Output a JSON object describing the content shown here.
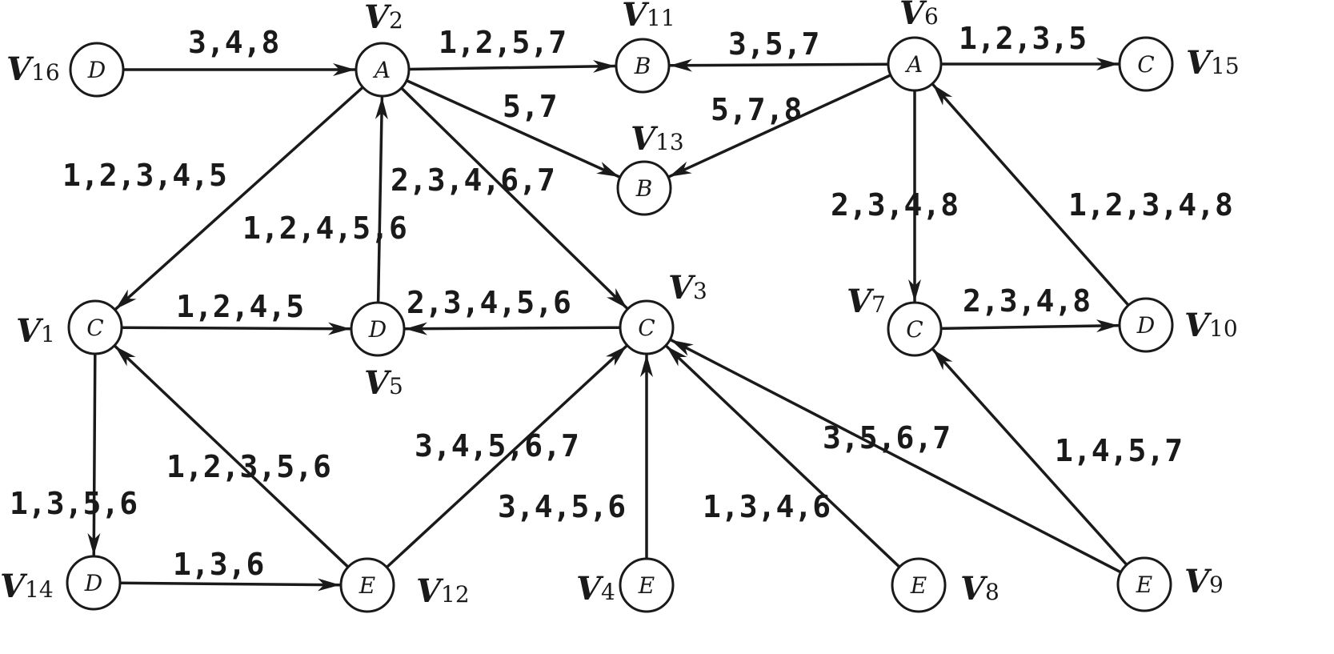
{
  "nodes": [
    {
      "id": "V1",
      "letter": "C",
      "name": "V",
      "num": "1"
    },
    {
      "id": "V2",
      "letter": "A",
      "name": "V",
      "num": "2"
    },
    {
      "id": "V3",
      "letter": "C",
      "name": "V",
      "num": "3"
    },
    {
      "id": "V4",
      "letter": "E",
      "name": "V",
      "num": "4"
    },
    {
      "id": "V5",
      "letter": "D",
      "name": "V",
      "num": "5"
    },
    {
      "id": "V6",
      "letter": "A",
      "name": "V",
      "num": "6"
    },
    {
      "id": "V7",
      "letter": "C",
      "name": "V",
      "num": "7"
    },
    {
      "id": "V8",
      "letter": "E",
      "name": "V",
      "num": "8"
    },
    {
      "id": "V9",
      "letter": "E",
      "name": "V",
      "num": "9"
    },
    {
      "id": "V10",
      "letter": "D",
      "name": "V",
      "num": "10"
    },
    {
      "id": "V11",
      "letter": "B",
      "name": "V",
      "num": "11"
    },
    {
      "id": "V12",
      "letter": "E",
      "name": "V",
      "num": "12"
    },
    {
      "id": "V13",
      "letter": "B",
      "name": "V",
      "num": "13"
    },
    {
      "id": "V14",
      "letter": "D",
      "name": "V",
      "num": "14"
    },
    {
      "id": "V15",
      "letter": "C",
      "name": "V",
      "num": "15"
    },
    {
      "id": "V16",
      "letter": "D",
      "name": "V",
      "num": "16"
    }
  ],
  "edges": [
    {
      "from": "V16",
      "to": "V2",
      "label": "3,4,8"
    },
    {
      "from": "V2",
      "to": "V11",
      "label": "1,2,5,7"
    },
    {
      "from": "V2",
      "to": "V13",
      "label": "5,7"
    },
    {
      "from": "V2",
      "to": "V1",
      "label": "1,2,3,4,5"
    },
    {
      "from": "V2",
      "to": "V3",
      "label": "2,3,4,6,7"
    },
    {
      "from": "V5",
      "to": "V2",
      "label": "1,2,4,5,6"
    },
    {
      "from": "V6",
      "to": "V11",
      "label": "3,5,7"
    },
    {
      "from": "V6",
      "to": "V15",
      "label": "1,2,3,5"
    },
    {
      "from": "V6",
      "to": "V13",
      "label": "5,7,8"
    },
    {
      "from": "V6",
      "to": "V7",
      "label": "2,3,4,8"
    },
    {
      "from": "V10",
      "to": "V6",
      "label": "1,2,3,4,8"
    },
    {
      "from": "V1",
      "to": "V5",
      "label": "1,2,4,5"
    },
    {
      "from": "V3",
      "to": "V5",
      "label": "2,3,4,5,6"
    },
    {
      "from": "V7",
      "to": "V10",
      "label": "2,3,4,8"
    },
    {
      "from": "V1",
      "to": "V14",
      "label": "1,3,5,6"
    },
    {
      "from": "V12",
      "to": "V1",
      "label": "1,2,3,5,6"
    },
    {
      "from": "V12",
      "to": "V3",
      "label": "3,4,5,6,7"
    },
    {
      "from": "V4",
      "to": "V3",
      "label": "3,4,5,6"
    },
    {
      "from": "V8",
      "to": "V3",
      "label": "1,3,4,6"
    },
    {
      "from": "V9",
      "to": "V3",
      "label": "3,5,6,7"
    },
    {
      "from": "V9",
      "to": "V7",
      "label": "1,4,5,7"
    },
    {
      "from": "V14",
      "to": "V12",
      "label": "1,3,6"
    }
  ]
}
